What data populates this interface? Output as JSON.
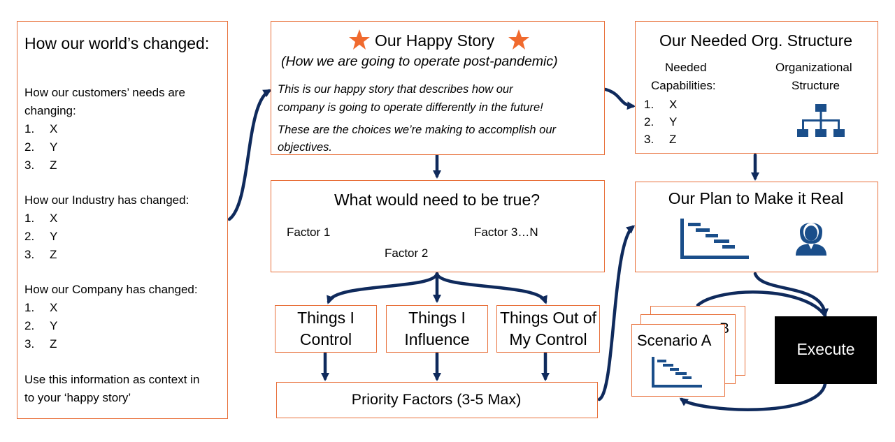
{
  "world": {
    "title": "How our world’s changed:",
    "customers_heading_1": "How our customers’ needs are",
    "customers_heading_2": "changing:",
    "industry_heading": "How our Industry has changed:",
    "company_heading": "How our Company has changed:",
    "list": [
      "X",
      "Y",
      "Z"
    ],
    "footer_1": "Use this information as context in",
    "footer_2": "to your ‘happy story’"
  },
  "happy": {
    "title": "Our Happy Story",
    "subtitle": "(How we are going to operate post-pandemic)",
    "p1_line1": "This is our happy story that describes how our",
    "p1_line2": "company is going to operate differently in the future!",
    "p2_line1": "These are the choices we’re making to accomplish our",
    "p2_line2": "objectives."
  },
  "truth": {
    "title": "What would need to be true?",
    "factor1": "Factor 1",
    "factor2": "Factor 2",
    "factor3": "Factor 3…N"
  },
  "control": {
    "control_1": "Things I",
    "control_2": "Control",
    "influence_1": "Things I",
    "influence_2": "Influence",
    "out_1": "Things Out of",
    "out_2": "My Control"
  },
  "priority": {
    "label": "Priority Factors (3-5 Max)"
  },
  "org": {
    "title": "Our Needed Org. Structure",
    "cap_1": "Needed",
    "cap_2": "Capabilities:",
    "struct_1": "Organizational",
    "struct_2": "Structure",
    "list": [
      "X",
      "Y",
      "Z"
    ]
  },
  "plan": {
    "title": "Our Plan to Make it Real"
  },
  "scenario": {
    "front_label": "Scenario A",
    "peek_char": "B"
  },
  "execute": {
    "label": "Execute"
  },
  "colors": {
    "border": "#e8703a",
    "arrow": "#0f2a5c",
    "icon": "#1a4e8a",
    "star": "#f06a2e",
    "execute_bg": "#000000"
  }
}
